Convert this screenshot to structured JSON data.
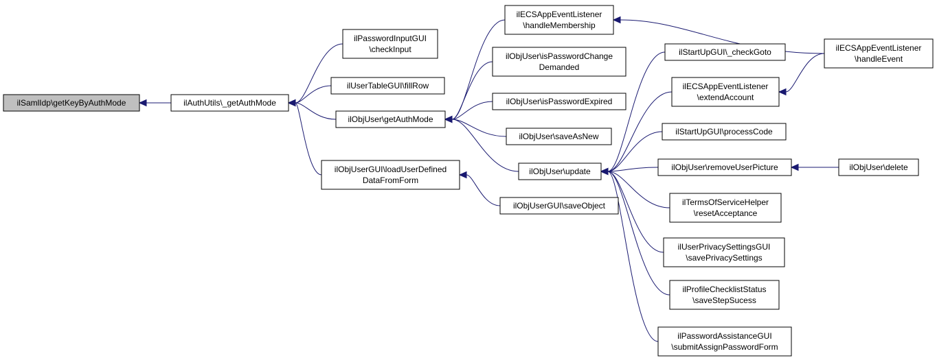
{
  "nodes": [
    {
      "id": "n0",
      "lines": [
        "ilSamlIdp\\getKeyByAuthMode"
      ],
      "root": true
    },
    {
      "id": "n1",
      "lines": [
        "ilAuthUtils\\_getAuthMode"
      ]
    },
    {
      "id": "n2",
      "lines": [
        "ilPasswordInputGUI",
        "\\checkInput"
      ]
    },
    {
      "id": "n3",
      "lines": [
        "ilUserTableGUI\\fillRow"
      ]
    },
    {
      "id": "n4",
      "lines": [
        "ilObjUser\\getAuthMode"
      ]
    },
    {
      "id": "n5",
      "lines": [
        "ilObjUserGUI\\loadUserDefined",
        "DataFromForm"
      ]
    },
    {
      "id": "n6",
      "lines": [
        "ilECSAppEventListener",
        "\\handleMembership"
      ]
    },
    {
      "id": "n7",
      "lines": [
        "ilObjUser\\isPasswordChange",
        "Demanded"
      ]
    },
    {
      "id": "n8",
      "lines": [
        "ilObjUser\\isPasswordExpired"
      ]
    },
    {
      "id": "n9",
      "lines": [
        "ilObjUser\\saveAsNew"
      ]
    },
    {
      "id": "n10",
      "lines": [
        "ilObjUser\\update"
      ]
    },
    {
      "id": "n11",
      "lines": [
        "ilObjUserGUI\\saveObject"
      ]
    },
    {
      "id": "n12",
      "lines": [
        "ilStartUpGUI\\_checkGoto"
      ]
    },
    {
      "id": "n13",
      "lines": [
        "ilECSAppEventListener",
        "\\extendAccount"
      ]
    },
    {
      "id": "n14",
      "lines": [
        "ilStartUpGUI\\processCode"
      ]
    },
    {
      "id": "n15",
      "lines": [
        "ilObjUser\\removeUserPicture"
      ]
    },
    {
      "id": "n16",
      "lines": [
        "ilTermsOfServiceHelper",
        "\\resetAcceptance"
      ]
    },
    {
      "id": "n17",
      "lines": [
        "ilUserPrivacySettingsGUI",
        "\\savePrivacySettings"
      ]
    },
    {
      "id": "n18",
      "lines": [
        "ilProfileChecklistStatus",
        "\\saveStepSucess"
      ]
    },
    {
      "id": "n19",
      "lines": [
        "ilPasswordAssistanceGUI",
        "\\submitAssignPasswordForm"
      ]
    },
    {
      "id": "n20",
      "lines": [
        "ilECSAppEventListener",
        "\\handleEvent"
      ]
    },
    {
      "id": "n21",
      "lines": [
        "ilObjUser\\delete"
      ]
    }
  ],
  "edges": [
    {
      "from": "n1",
      "to": "n0"
    },
    {
      "from": "n2",
      "to": "n1"
    },
    {
      "from": "n3",
      "to": "n1"
    },
    {
      "from": "n4",
      "to": "n1"
    },
    {
      "from": "n5",
      "to": "n1"
    },
    {
      "from": "n6",
      "to": "n4"
    },
    {
      "from": "n7",
      "to": "n4"
    },
    {
      "from": "n8",
      "to": "n4"
    },
    {
      "from": "n9",
      "to": "n4"
    },
    {
      "from": "n10",
      "to": "n4"
    },
    {
      "from": "n11",
      "to": "n5"
    },
    {
      "from": "n20",
      "to": "n6"
    },
    {
      "from": "n20",
      "to": "n13"
    },
    {
      "from": "n12",
      "to": "n10"
    },
    {
      "from": "n13",
      "to": "n10"
    },
    {
      "from": "n14",
      "to": "n10"
    },
    {
      "from": "n15",
      "to": "n10"
    },
    {
      "from": "n16",
      "to": "n10"
    },
    {
      "from": "n17",
      "to": "n10"
    },
    {
      "from": "n18",
      "to": "n10"
    },
    {
      "from": "n19",
      "to": "n10"
    },
    {
      "from": "n21",
      "to": "n15"
    }
  ]
}
